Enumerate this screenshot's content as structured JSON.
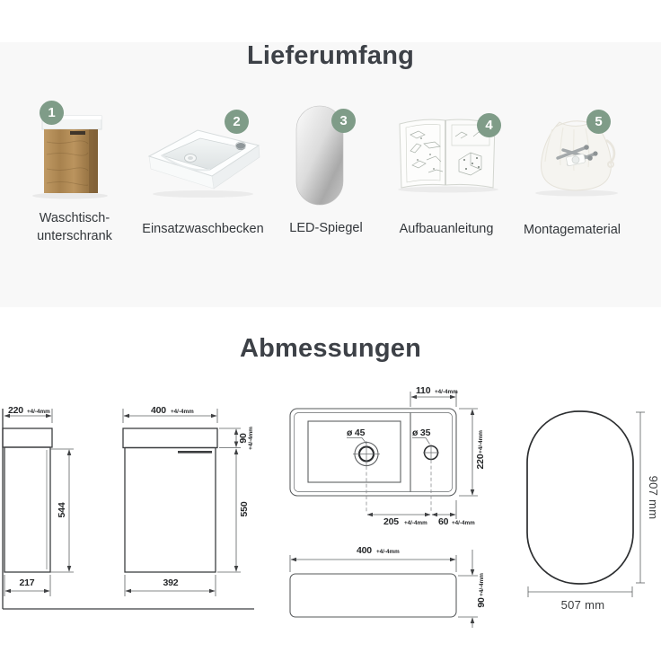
{
  "colors": {
    "badge_green": "#7f9c88",
    "heading_gray": "#3d4147",
    "band_gray": "#f8f8f8",
    "drawing_line": "#3c3e40"
  },
  "delivery": {
    "title": "Lieferumfang",
    "items": [
      {
        "number": "1",
        "image": "wood-vanity-cabinet",
        "label_line1": "Waschtisch-",
        "label_line2": "unterschrank"
      },
      {
        "number": "2",
        "image": "white-inset-washbasin",
        "label_line1": "Einsatzwaschbecken"
      },
      {
        "number": "3",
        "image": "oval-led-mirror",
        "label_line1": "LED-Spiegel"
      },
      {
        "number": "4",
        "image": "assembly-instructions-booklet",
        "label_line1": "Aufbauanleitung"
      },
      {
        "number": "5",
        "image": "mounting-material-bag",
        "label_line1": "Montagematerial"
      }
    ]
  },
  "dimensions": {
    "title": "Abmessungen",
    "tolerance": "+4/-4mm",
    "cabinet_side": {
      "width": "220",
      "height": "544",
      "depth": "217"
    },
    "cabinet_front": {
      "width": "400",
      "top_height": "90",
      "body_height": "550",
      "inner_width": "392"
    },
    "basin_top": {
      "right_section": "110",
      "drain_diameter": "ø 45",
      "tap_diameter": "ø 35",
      "depth": "220",
      "drain_to_tap": "205",
      "tap_to_edge": "60"
    },
    "basin_side": {
      "width": "400",
      "height": "90"
    },
    "mirror": {
      "height": "907 mm",
      "width": "507 mm"
    }
  }
}
